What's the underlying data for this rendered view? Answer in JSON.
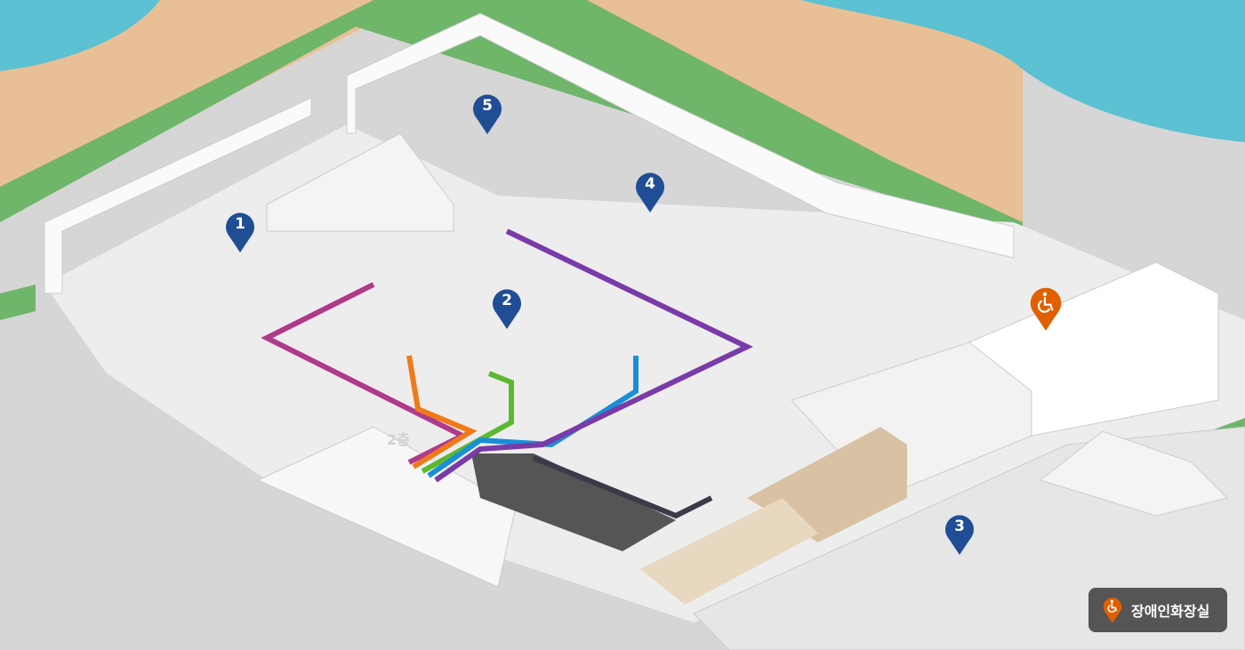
{
  "map": {
    "floor_label": "2층",
    "markers": [
      {
        "number": "1",
        "color": "#1f4e95"
      },
      {
        "number": "2",
        "color": "#1f4e95"
      },
      {
        "number": "3",
        "color": "#1f4e95"
      },
      {
        "number": "4",
        "color": "#1f4e95"
      },
      {
        "number": "5",
        "color": "#1f4e95"
      }
    ],
    "accessible_restroom_marker": {
      "icon": "wheelchair-icon",
      "color": "#e06000"
    },
    "route_colors": [
      "#b03a8a",
      "#f07a1a",
      "#5cb82e",
      "#1a8fd8",
      "#7a3aa8",
      "#3a3a48"
    ]
  },
  "legend": {
    "label": "장애인화장실",
    "icon": "wheelchair-icon",
    "background": "#555555"
  }
}
